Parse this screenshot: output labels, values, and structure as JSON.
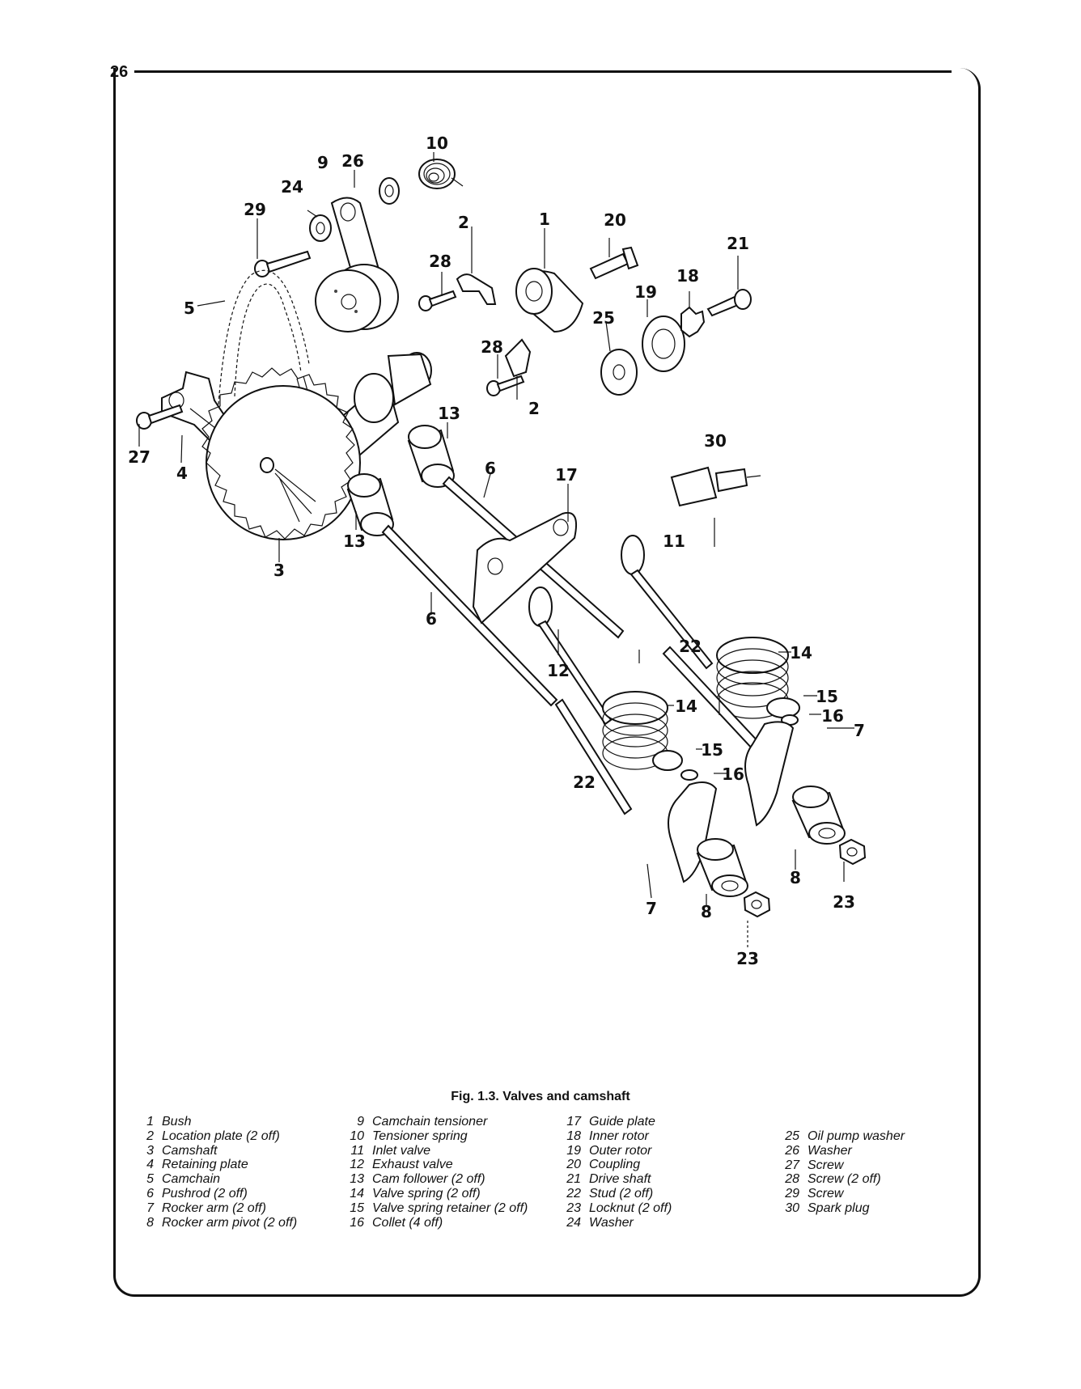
{
  "page_number": "26",
  "figure_caption": "Fig. 1.3. Valves and camshaft",
  "legend": [
    [
      {
        "num": "1",
        "text": "Bush"
      },
      {
        "num": "2",
        "text": "Location plate (2 off)"
      },
      {
        "num": "3",
        "text": "Camshaft"
      },
      {
        "num": "4",
        "text": "Retaining plate"
      },
      {
        "num": "5",
        "text": "Camchain"
      },
      {
        "num": "6",
        "text": "Pushrod (2 off)"
      },
      {
        "num": "7",
        "text": "Rocker arm (2 off)"
      },
      {
        "num": "8",
        "text": "Rocker arm pivot (2 off)"
      }
    ],
    [
      {
        "num": "9",
        "text": "Camchain tensioner"
      },
      {
        "num": "10",
        "text": "Tensioner spring"
      },
      {
        "num": "11",
        "text": "Inlet valve"
      },
      {
        "num": "12",
        "text": "Exhaust valve"
      },
      {
        "num": "13",
        "text": "Cam follower (2 off)"
      },
      {
        "num": "14",
        "text": "Valve spring (2 off)"
      },
      {
        "num": "15",
        "text": "Valve spring retainer (2 off)"
      },
      {
        "num": "16",
        "text": "Collet (4 off)"
      }
    ],
    [
      {
        "num": "17",
        "text": "Guide plate"
      },
      {
        "num": "18",
        "text": "Inner rotor"
      },
      {
        "num": "19",
        "text": "Outer rotor"
      },
      {
        "num": "20",
        "text": "Coupling"
      },
      {
        "num": "21",
        "text": "Drive shaft"
      },
      {
        "num": "22",
        "text": "Stud (2 off)"
      },
      {
        "num": "23",
        "text": "Locknut (2 off)"
      },
      {
        "num": "24",
        "text": "Washer"
      }
    ],
    [
      {
        "num": "25",
        "text": "Oil pump washer"
      },
      {
        "num": "26",
        "text": "Washer"
      },
      {
        "num": "27",
        "text": "Screw"
      },
      {
        "num": "28",
        "text": "Screw (2 off)"
      },
      {
        "num": "29",
        "text": "Screw"
      },
      {
        "num": "30",
        "text": "Spark plug"
      }
    ]
  ],
  "callouts": {
    "c1": "1",
    "c2a": "2",
    "c2b": "2",
    "c3": "3",
    "c4": "4",
    "c5": "5",
    "c6a": "6",
    "c6b": "6",
    "c7a": "7",
    "c7b": "7",
    "c8a": "8",
    "c8b": "8",
    "c9": "9",
    "c10": "10",
    "c11": "11",
    "c12": "12",
    "c13a": "13",
    "c13b": "13",
    "c14a": "14",
    "c14b": "14",
    "c15a": "15",
    "c15b": "15",
    "c16a": "16",
    "c16b": "16",
    "c17": "17",
    "c18": "18",
    "c19": "19",
    "c20": "20",
    "c21": "21",
    "c22a": "22",
    "c22b": "22",
    "c23a": "23",
    "c23b": "23",
    "c24": "24",
    "c25": "25",
    "c26": "26",
    "c27": "27",
    "c28a": "28",
    "c28b": "28",
    "c29": "29",
    "c30": "30"
  }
}
